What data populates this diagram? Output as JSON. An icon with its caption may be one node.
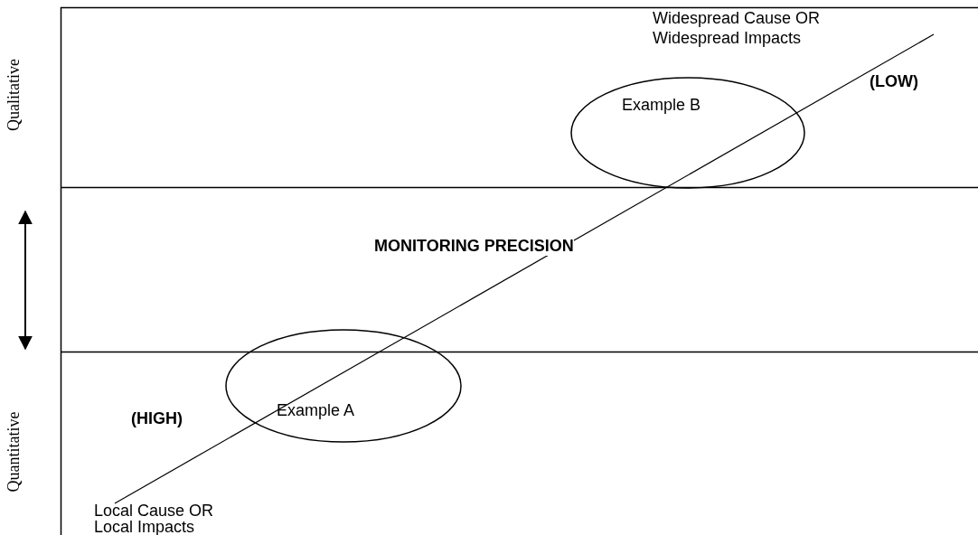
{
  "diagram": {
    "nodes": [
      {
        "text": [
          "Example B"
        ]
      },
      {
        "text": [
          "Example A"
        ]
      }
    ],
    "labels": [
      "Widespread Cause OR Widespread Impacts",
      "(LOW)",
      "Qualitative",
      "MONITORING PRECISION",
      "Quantitative",
      "(HIGH)",
      "Local Cause OR Local Impacts"
    ]
  }
}
